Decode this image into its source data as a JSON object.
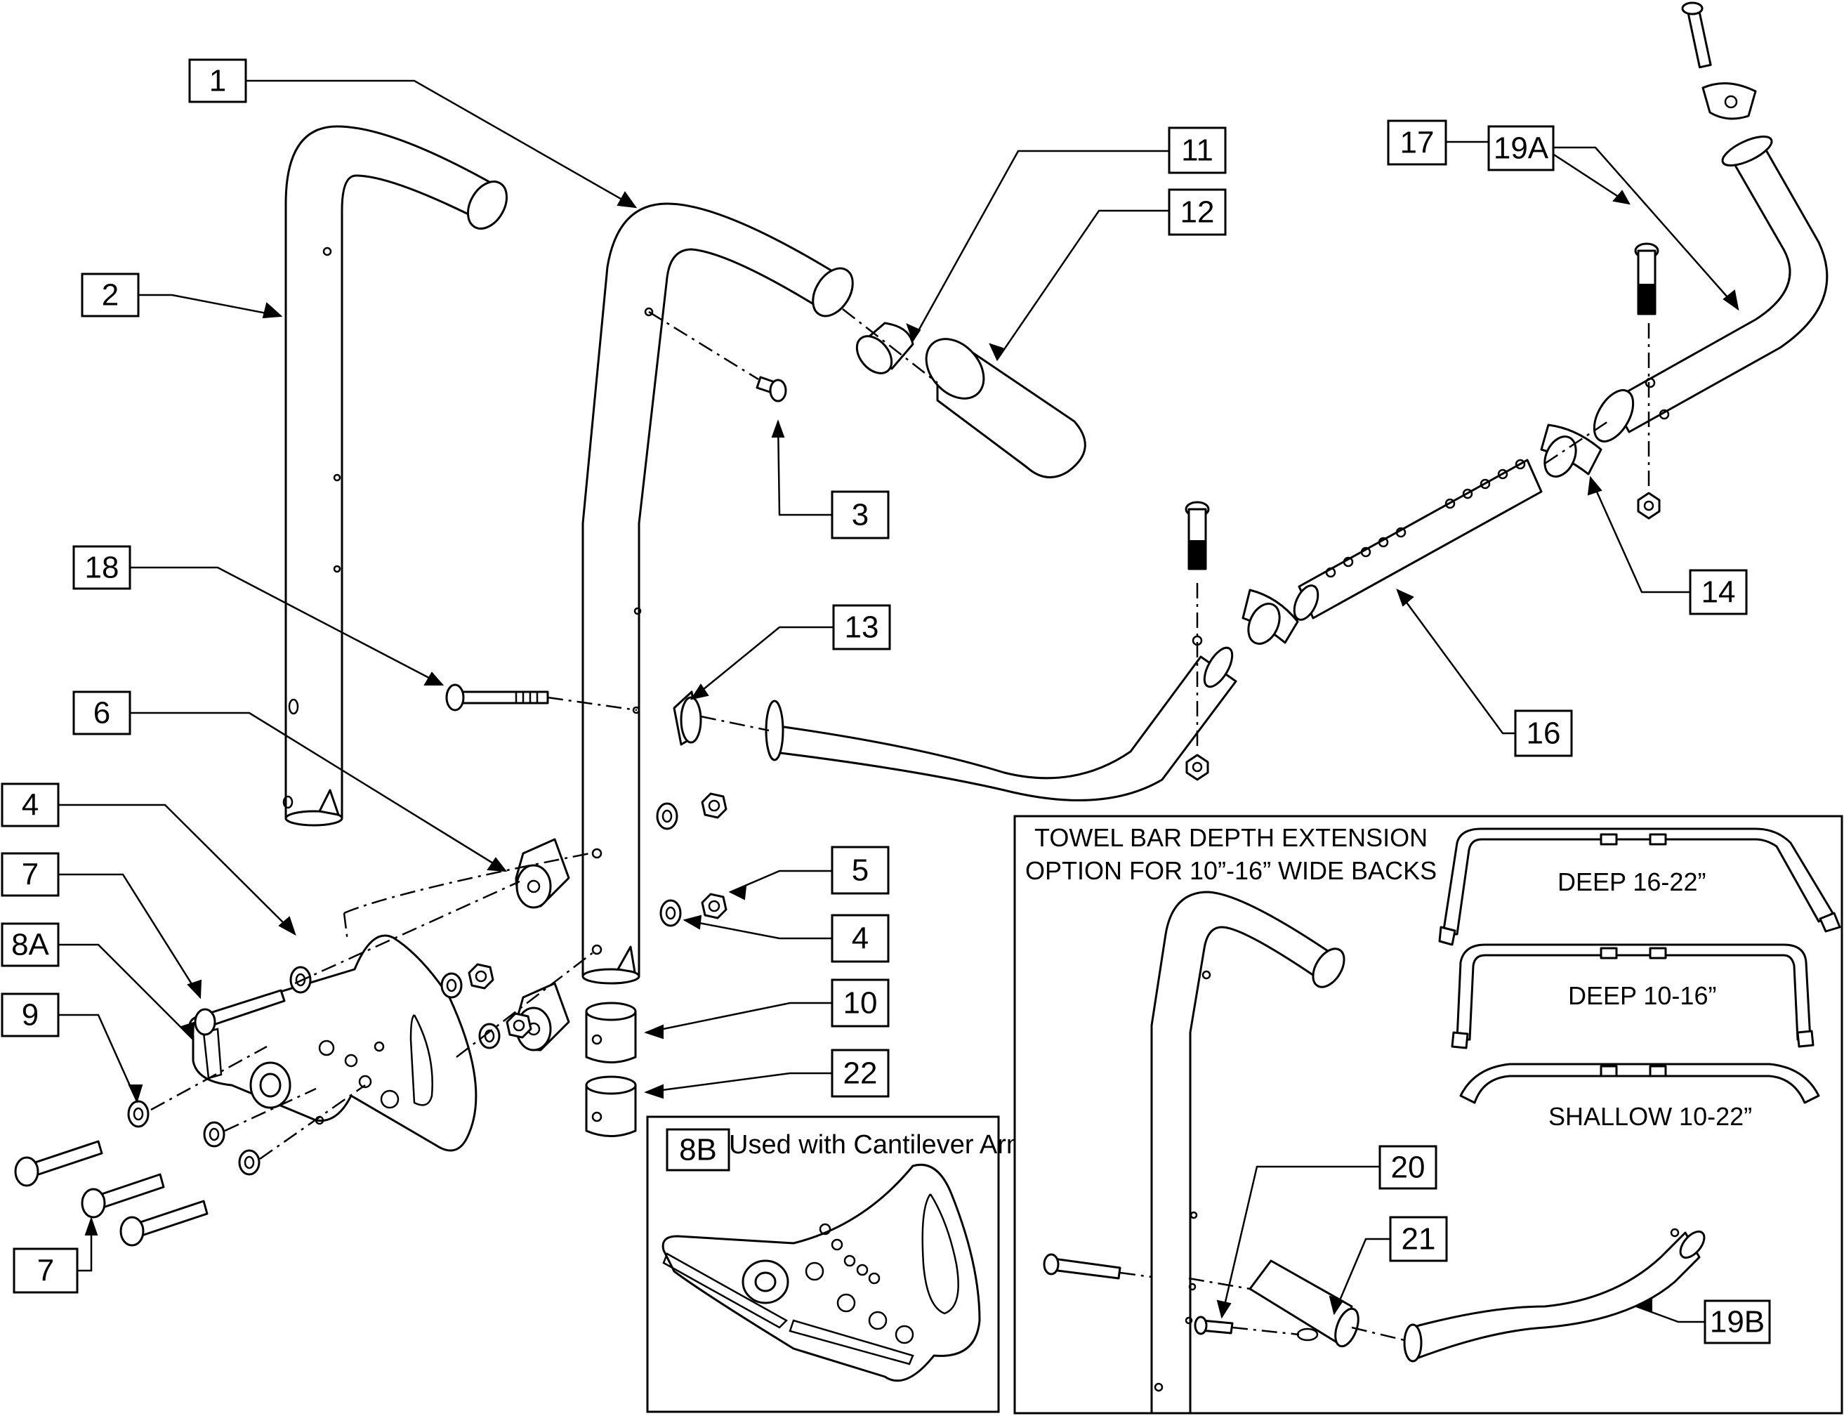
{
  "callouts": {
    "c1": "1",
    "c2": "2",
    "c3": "3",
    "c4a": "4",
    "c4b": "4",
    "c5": "5",
    "c6": "6",
    "c7a": "7",
    "c7b": "7",
    "c8a": "8A",
    "c9": "9",
    "c10": "10",
    "c11": "11",
    "c12": "12",
    "c13": "13",
    "c14": "14",
    "c16": "16",
    "c17": "17",
    "c18": "18",
    "c19a": "19A",
    "c19b": "19B",
    "c20": "20",
    "c21": "21",
    "c22": "22"
  },
  "inset_8b": {
    "label": "8B",
    "caption": "Used with Cantilever Armrest"
  },
  "towel_bar_panel": {
    "title_line1": "TOWEL BAR DEPTH EXTENSION",
    "title_line2": "OPTION FOR 10”-16” WIDE BACKS",
    "deep_16_22": "DEEP 16-22”",
    "deep_10_16": "DEEP 10-16”",
    "shallow_10_22": "SHALLOW 10-22”"
  }
}
